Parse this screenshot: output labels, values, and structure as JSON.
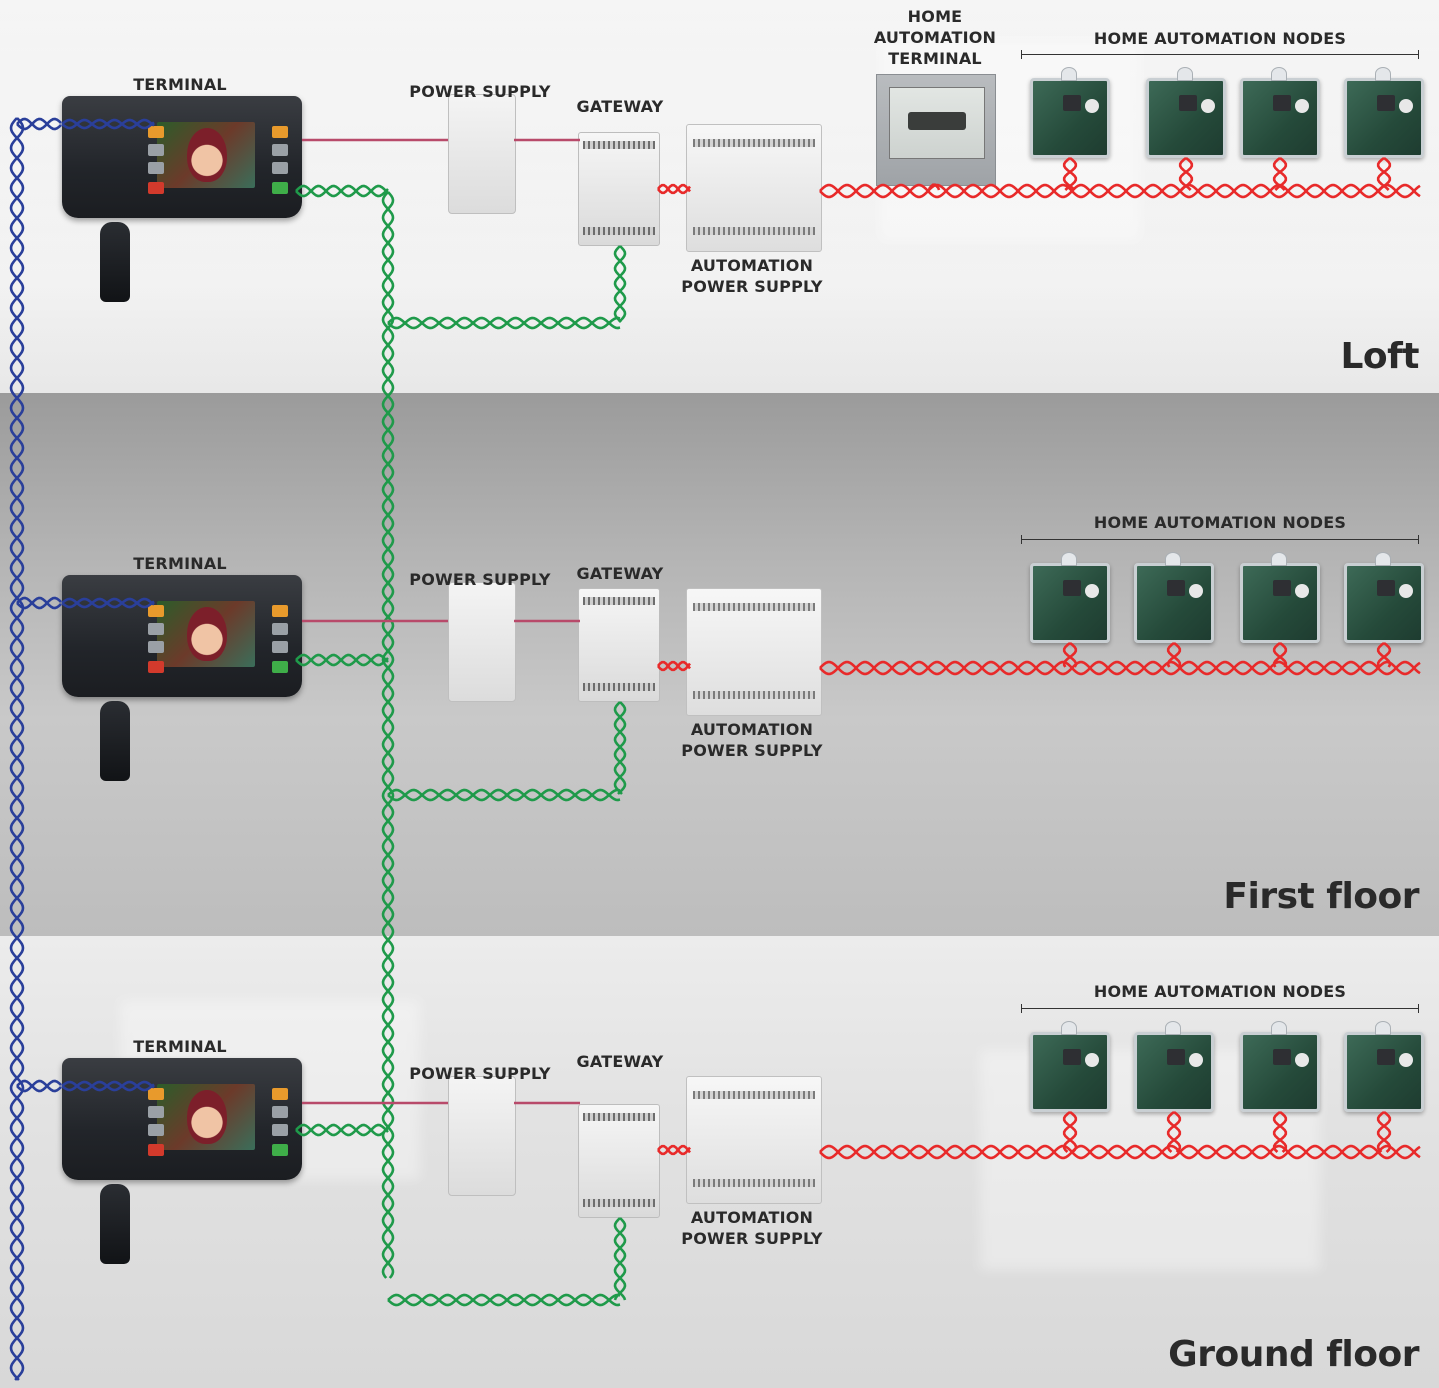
{
  "diagram": {
    "floors": [
      {
        "key": "loft",
        "name": "Loft",
        "labels": {
          "terminal": "TERMINAL",
          "power_supply": "POWER SUPPLY",
          "gateway": "GATEWAY",
          "automation_power_supply": [
            "AUTOMATION",
            "POWER SUPPLY"
          ],
          "home_automation_terminal": [
            "HOME",
            "AUTOMATION",
            "TERMINAL"
          ],
          "home_automation_nodes": "HOME AUTOMATION NODES"
        }
      },
      {
        "key": "first",
        "name": "First floor",
        "labels": {
          "terminal": "TERMINAL",
          "power_supply": "POWER SUPPLY",
          "gateway": "GATEWAY",
          "automation_power_supply": [
            "AUTOMATION",
            "POWER SUPPLY"
          ],
          "home_automation_nodes": "HOME AUTOMATION NODES"
        }
      },
      {
        "key": "ground",
        "name": "Ground floor",
        "labels": {
          "terminal": "TERMINAL",
          "power_supply": "POWER SUPPLY",
          "gateway": "GATEWAY",
          "automation_power_supply": [
            "AUTOMATION",
            "POWER SUPPLY"
          ],
          "home_automation_nodes": "HOME AUTOMATION NODES"
        }
      }
    ],
    "colors": {
      "riser_bus": "#2a3f9a",
      "terminal_bus": "#1f9a4a",
      "power_line": "#b84a6a",
      "automation_bus": "#e82a2a"
    }
  }
}
